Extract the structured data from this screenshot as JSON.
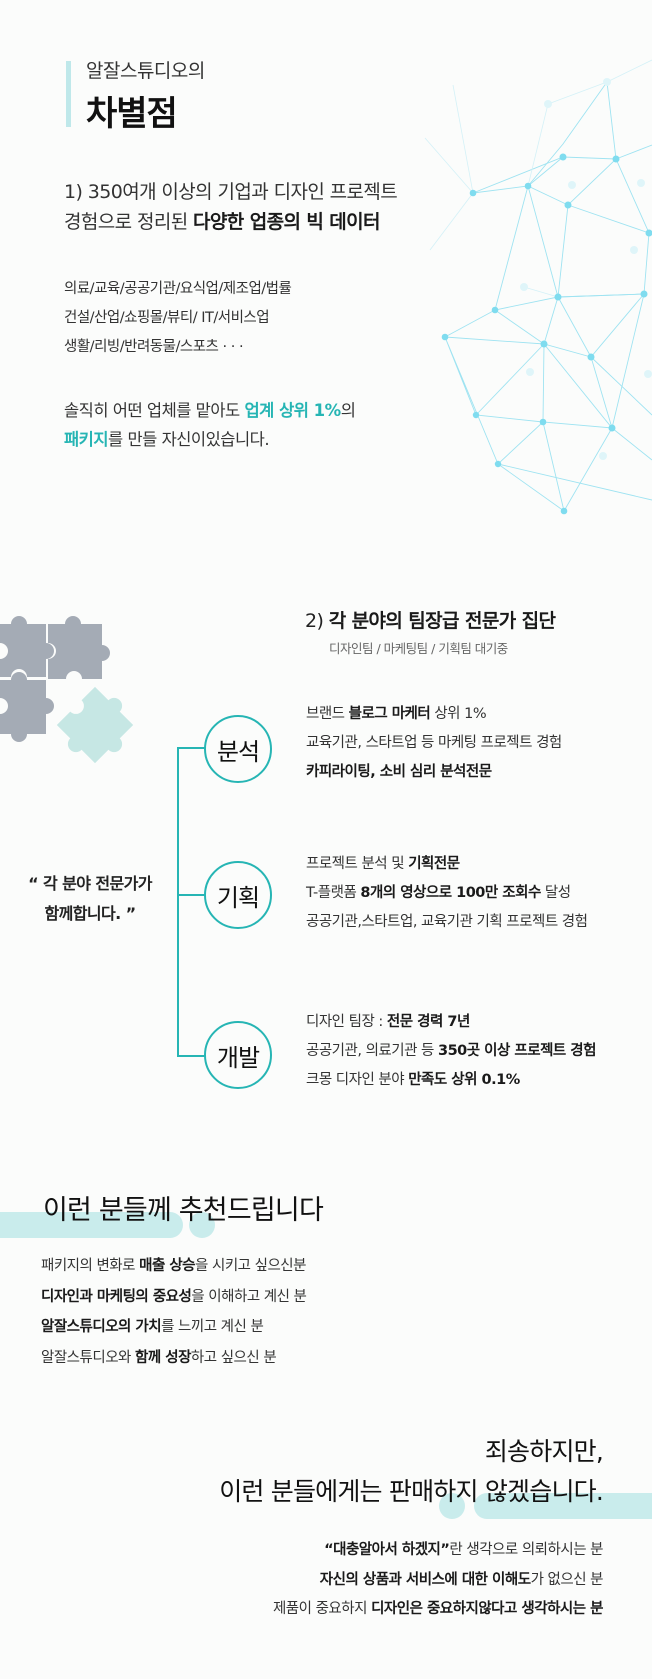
{
  "section1": {
    "eyebrow": "알잘스튜디오의",
    "title": "차별점",
    "heading_line1": "1) 350여개 이상의 기업과 디자인 프로젝트",
    "heading_line2_plain": "경험으로 정리된 ",
    "heading_line2_bold": "다양한 업종의 빅 데이터",
    "industries": [
      "의료/교육/공공기관/요식업/제조업/법률",
      "건설/산업/쇼핑몰/뷰티/ IT/서비스업",
      "생활/리빙/반려동물/스포츠  · · ·"
    ],
    "claim_line1_plain": "솔직히 어떤 업체를 맡아도 ",
    "claim_line1_accent": "업계 상위 1%",
    "claim_line1_end": "의",
    "claim_line2_accent": "패키지",
    "claim_line2_plain": "를 만들 자신이있습니다."
  },
  "section2": {
    "heading_prefix": "2) ",
    "heading_bold": "각 분야의 팀장급 전문가 집단",
    "subheading": "디자인팀 / 마케팅팀 / 기획팀 대기중",
    "quote_line1": "“ 각 분야 전문가가",
    "quote_line2": "함께합니다. ”",
    "teams": [
      {
        "label": "분석",
        "lines": [
          [
            {
              "t": "브랜드 ",
              "b": false
            },
            {
              "t": "블로그 마케터",
              "b": true
            },
            {
              "t": " 상위 1%",
              "b": false
            }
          ],
          [
            {
              "t": "교육기관, 스타트업 등 마케팅 프로젝트 경험",
              "b": false
            }
          ],
          [
            {
              "t": "카피라이팅, 소비 심리 분석전문",
              "b": true
            }
          ]
        ]
      },
      {
        "label": "기획",
        "lines": [
          [
            {
              "t": "프로젝트 분석 및 ",
              "b": false
            },
            {
              "t": "기획전문",
              "b": true
            }
          ],
          [
            {
              "t": "T-플랫폼 ",
              "b": false
            },
            {
              "t": "8개의 영상으로 100만 조회수",
              "b": true
            },
            {
              "t": " 달성",
              "b": false
            }
          ],
          [
            {
              "t": "공공기관,스타트업, 교육기관 기획 프로젝트 경험",
              "b": false
            }
          ]
        ]
      },
      {
        "label": "개발",
        "lines": [
          [
            {
              "t": "디자인 팀장 : ",
              "b": false
            },
            {
              "t": "전문 경력 7년",
              "b": true
            }
          ],
          [
            {
              "t": "공공기관, 의료기관 등 ",
              "b": false
            },
            {
              "t": "350곳 이상 프로젝트 경험",
              "b": true
            }
          ],
          [
            {
              "t": "크몽 디자인 분야 ",
              "b": false
            },
            {
              "t": "만족도 상위 0.1%",
              "b": true
            }
          ]
        ]
      }
    ]
  },
  "section3": {
    "title": "이런 분들께 추천드립니다",
    "items": [
      [
        {
          "t": "패키지의 변화로 ",
          "b": false
        },
        {
          "t": "매출 상승",
          "b": true
        },
        {
          "t": "을 시키고 싶으신분",
          "b": false
        }
      ],
      [
        {
          "t": "디자인과 마케팅의 중요성",
          "b": true
        },
        {
          "t": "을 이해하고 계신 분",
          "b": false
        }
      ],
      [
        {
          "t": "알잘스튜디오의 가치",
          "b": true
        },
        {
          "t": "를 느끼고 계신 분",
          "b": false
        }
      ],
      [
        {
          "t": "알잘스튜디오와 ",
          "b": false
        },
        {
          "t": "함께 성장",
          "b": true
        },
        {
          "t": "하고 싶으신 분",
          "b": false
        }
      ]
    ]
  },
  "section4": {
    "title_line1": "죄송하지만,",
    "title_line2": "이런 분들에게는 판매하지 않겠습니다.",
    "items": [
      [
        {
          "t": "“대충알아서 하겠지”",
          "b": true
        },
        {
          "t": "란 생각으로 의뢰하시는 분",
          "b": false
        }
      ],
      [
        {
          "t": "자신의 상품과 서비스에 대한 이해도",
          "b": true
        },
        {
          "t": "가 없으신 분",
          "b": false
        }
      ],
      [
        {
          "t": "제품이 중요하지 ",
          "b": false
        },
        {
          "t": "디자인은 중요하지않다고 생각하시는 분",
          "b": true
        }
      ]
    ]
  },
  "colors": {
    "accent": "#26b5b4",
    "accent_light": "#c9ecec",
    "title_bar": "#bfe8ea",
    "puzzle_gray": "#a4abb5",
    "puzzle_mint": "#c6e7e4",
    "network": "#7fdcef"
  }
}
